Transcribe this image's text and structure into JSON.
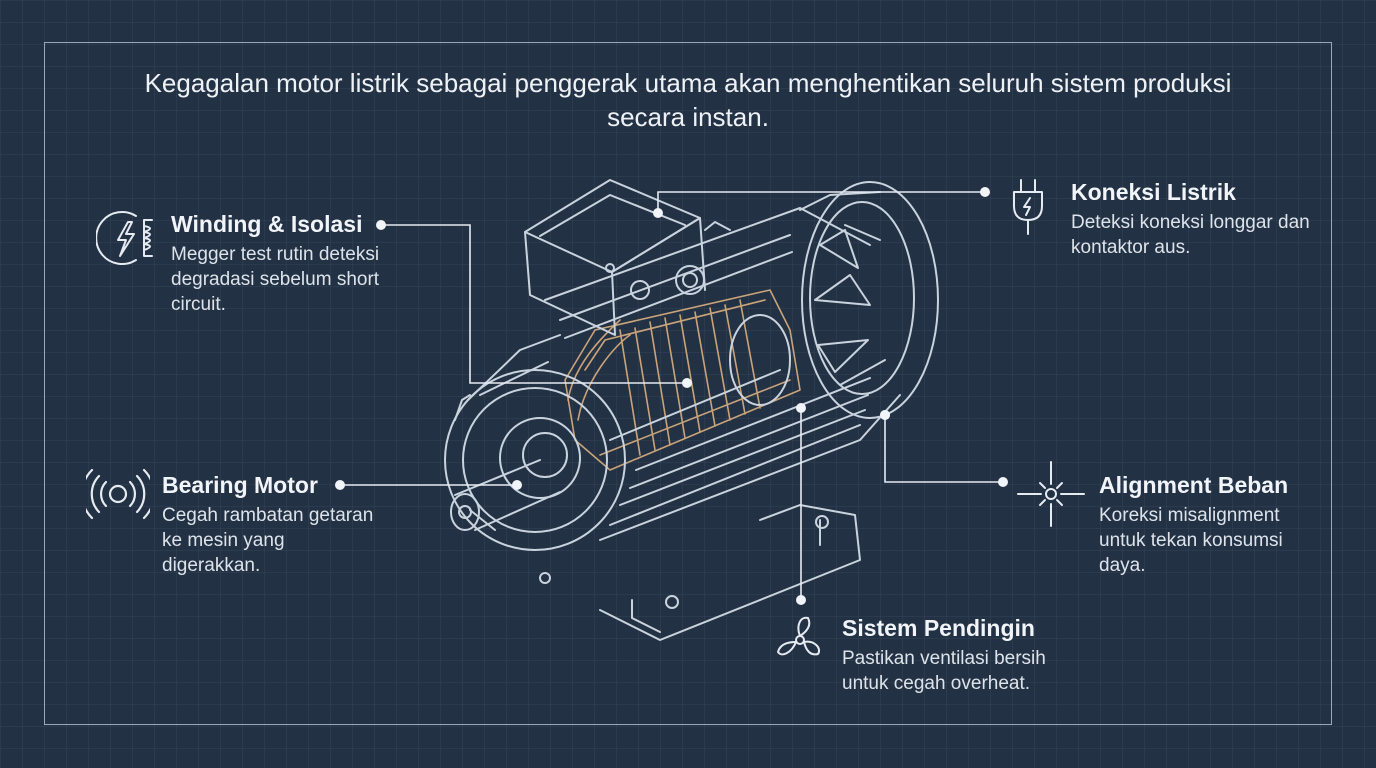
{
  "headline": "Kegagalan motor listrik sebagai penggerak utama akan menghentikan seluruh sistem produksi secara instan.",
  "colors": {
    "background": "#233144",
    "line": "#c9d3de",
    "copper": "#c9a47a",
    "frame": "#9aa9ba"
  },
  "callouts": {
    "winding": {
      "title": "Winding & Isolasi",
      "desc": "Megger test rutin deteksi degradasi sebelum short circuit.",
      "icon": "lightning-coil-icon"
    },
    "koneksi": {
      "title": "Koneksi Listrik",
      "desc": "Deteksi koneksi longgar dan kontaktor aus.",
      "icon": "plug-icon"
    },
    "bearing": {
      "title": "Bearing Motor",
      "desc": "Cegah rambatan getaran ke mesin yang digerakkan.",
      "icon": "vibration-icon"
    },
    "alignment": {
      "title": "Alignment Beban",
      "desc": "Koreksi misalignment untuk tekan konsumsi daya.",
      "icon": "crosshair-star-icon"
    },
    "pendingin": {
      "title": "Sistem Pendingin",
      "desc": "Pastikan ventilasi bersih untuk cegah overheat.",
      "icon": "fan-icon"
    }
  }
}
